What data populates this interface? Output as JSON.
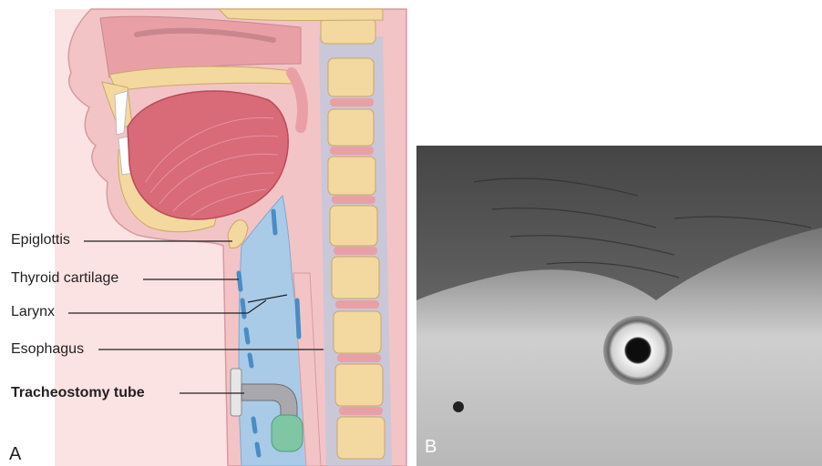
{
  "figure": {
    "panels": [
      {
        "letter": "A"
      },
      {
        "letter": "B"
      }
    ],
    "labels": {
      "epiglottis": "Epiglottis",
      "thyroid_cartilage": "Thyroid cartilage",
      "larynx": "Larynx",
      "esophagus": "Esophagus",
      "tracheostomy_tube": "Tracheostomy tube"
    }
  },
  "colors": {
    "soft_tissue": "#f2c4c6",
    "mucosa": "#e8a0a6",
    "tongue": "#d96a78",
    "bone": "#f3d9a0",
    "airway_blue": "#a9cbe8",
    "cartilage_blue": "#4a8cc4",
    "tube_metal": "#a9a9ad",
    "cuff_green": "#7fc6a4",
    "photo_dark": "#2b2b2b",
    "photo_light": "#d9d9d9"
  }
}
